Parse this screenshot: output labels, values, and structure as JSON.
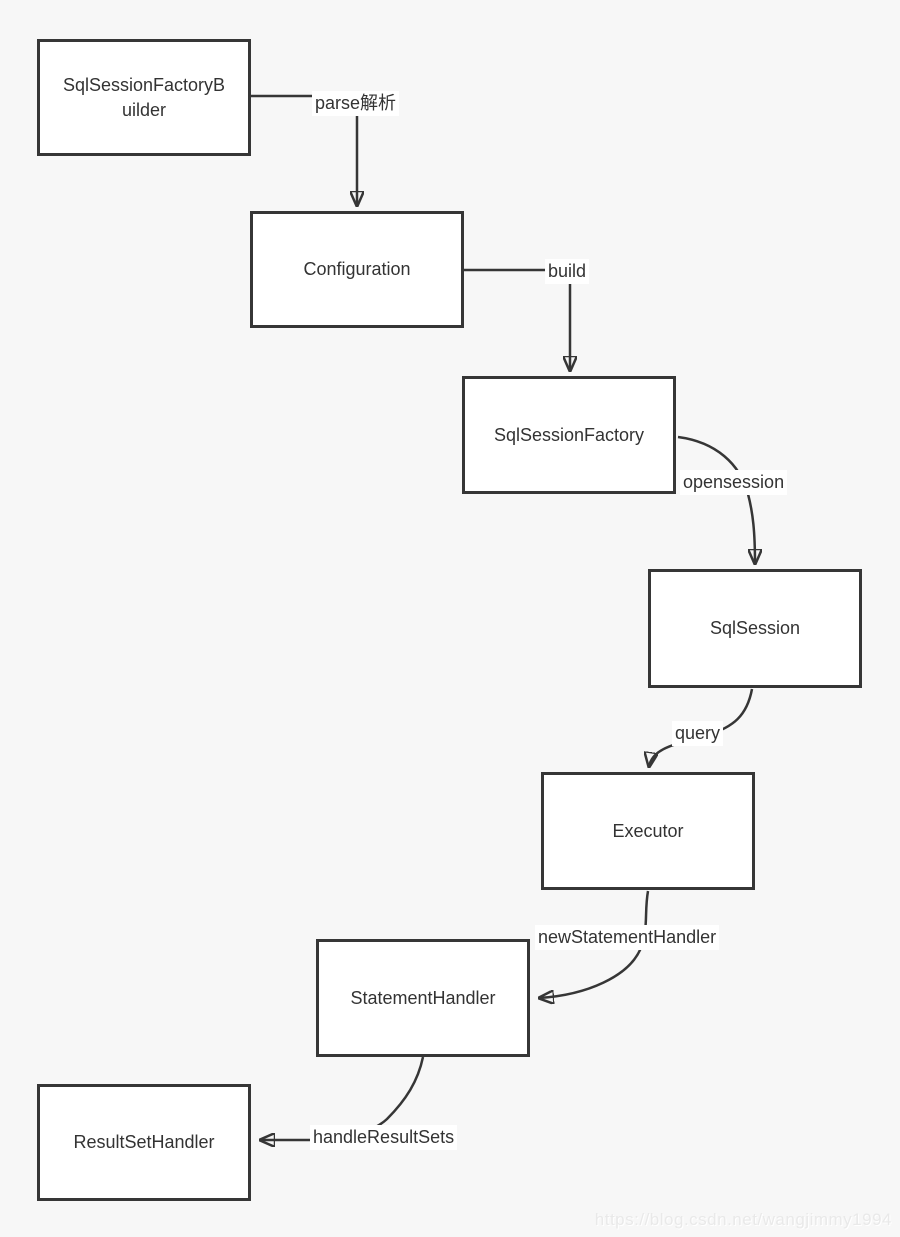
{
  "page": {
    "watermark": "https://blog.csdn.net/wangjimmy1994"
  },
  "colors": {
    "background": "#f7f7f7",
    "node_fill": "#ffffff",
    "node_border": "#363636",
    "edge_stroke": "#363636",
    "text": "#333333",
    "watermark_text": "#e9e9e9"
  },
  "diagram": {
    "nodes": [
      {
        "id": "sql-session-factory-builder",
        "label": "SqlSessionFactoryB\nuilder"
      },
      {
        "id": "configuration",
        "label": "Configuration"
      },
      {
        "id": "sql-session-factory",
        "label": "SqlSessionFactory"
      },
      {
        "id": "sql-session",
        "label": "SqlSession"
      },
      {
        "id": "executor",
        "label": "Executor"
      },
      {
        "id": "statement-handler",
        "label": "StatementHandler"
      },
      {
        "id": "result-set-handler",
        "label": "ResultSetHandler"
      }
    ],
    "edges": [
      {
        "from": "sql-session-factory-builder",
        "to": "configuration",
        "label": "parse解析"
      },
      {
        "from": "configuration",
        "to": "sql-session-factory",
        "label": "build"
      },
      {
        "from": "sql-session-factory",
        "to": "sql-session",
        "label": "opensession"
      },
      {
        "from": "sql-session",
        "to": "executor",
        "label": "query"
      },
      {
        "from": "executor",
        "to": "statement-handler",
        "label": "newStatementHandler"
      },
      {
        "from": "statement-handler",
        "to": "result-set-handler",
        "label": "handleResultSets"
      }
    ]
  }
}
